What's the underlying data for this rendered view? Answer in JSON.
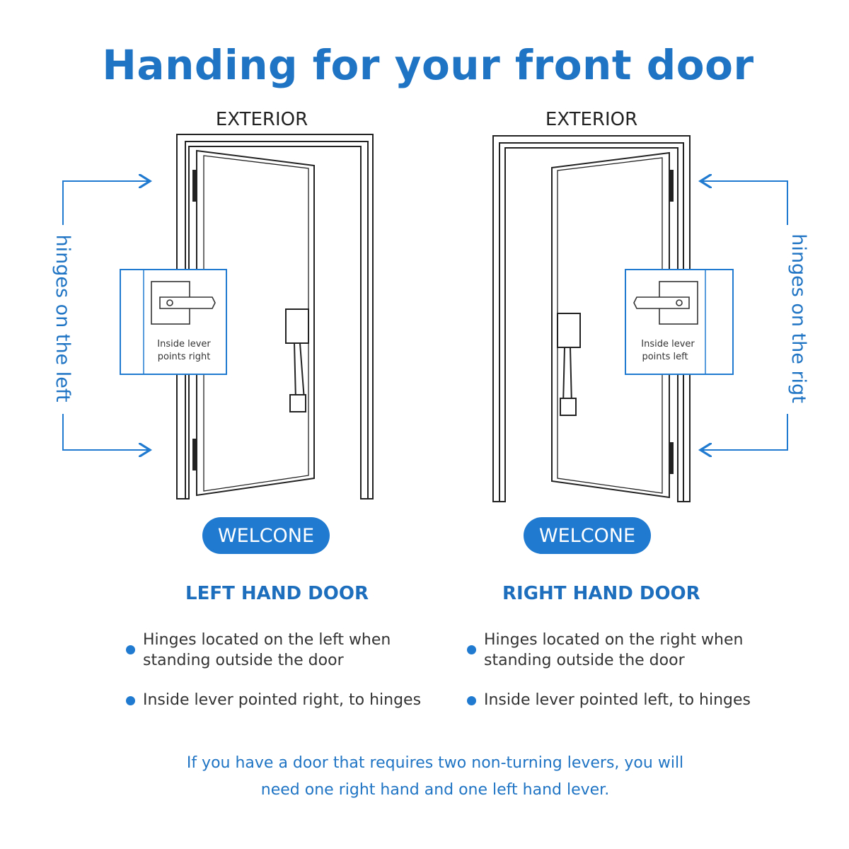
{
  "title": "Handing for your front door",
  "left": {
    "exterior_label": "EXTERIOR",
    "side_label": "hinges on the left",
    "callout_lines": [
      "Inside lever",
      "points right"
    ],
    "badge": "WELCONE",
    "heading": "LEFT HAND DOOR",
    "bullets": [
      [
        "Hinges located on the left when",
        "standing outside the door"
      ],
      [
        "Inside lever pointed right, to hinges"
      ]
    ]
  },
  "right": {
    "exterior_label": "EXTERIOR",
    "side_label": "hinges on the rigt",
    "callout_lines": [
      "Inside lever",
      "points left"
    ],
    "badge": "WELCONE",
    "heading": "RIGHT HAND DOOR",
    "bullets": [
      [
        "Hinges located on the right when",
        "standing outside the door"
      ],
      [
        "Inside lever pointed left, to hinges"
      ]
    ]
  },
  "footer": [
    "If you have a door that requires two non-turning levers, you will",
    "need one right hand and one left hand lever."
  ],
  "colors": {
    "accent": "#1f7ad0",
    "title": "#1f74c4",
    "line": "#222222"
  }
}
